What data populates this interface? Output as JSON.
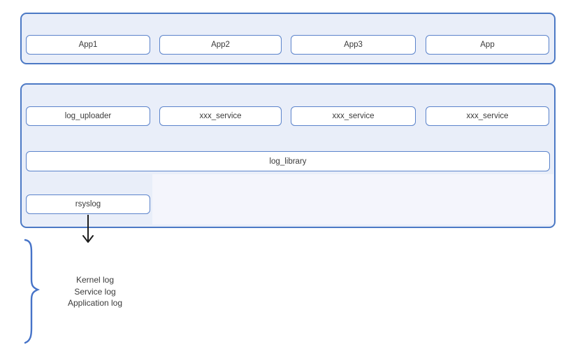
{
  "diagram": {
    "colors": {
      "container_fill": "#e9eef9",
      "container_border": "#4c79c5",
      "box_fill": "#ffffff",
      "box_border": "#5b83cb",
      "sub_panel_fill": "#f4f5fc",
      "brace_color": "#4673c8",
      "arrow_color": "#1c1c1c",
      "text_color": "#3b3b3b"
    },
    "app_layer": {
      "boxes": [
        "App1",
        "App2",
        "App3",
        "App"
      ]
    },
    "service_layer": {
      "boxes": [
        "log_uploader",
        "xxx_service",
        "xxx_service",
        "xxx_service"
      ],
      "library_label": "log_library",
      "rsyslog_label": "rsyslog"
    },
    "log_note": {
      "lines": [
        "Kernel log",
        "Service log",
        "Application log"
      ]
    }
  }
}
